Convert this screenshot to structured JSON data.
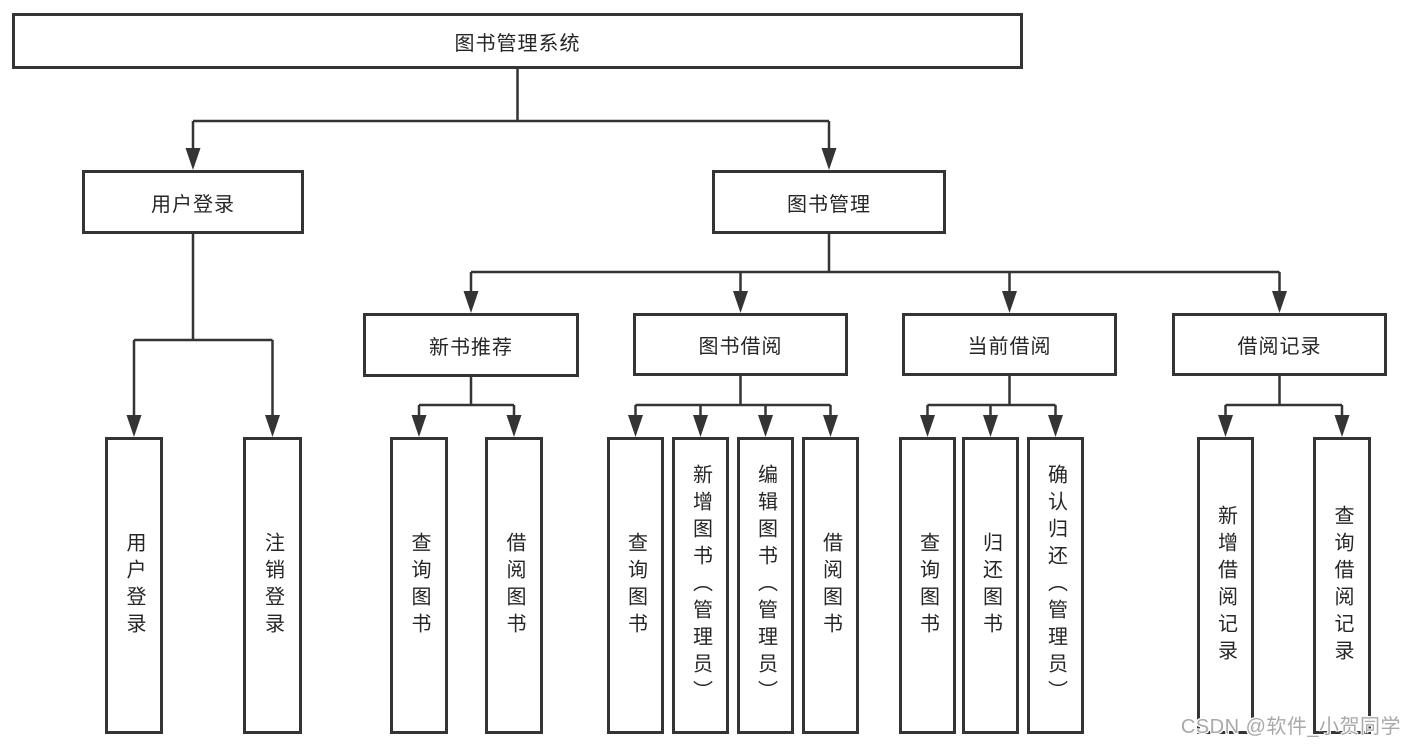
{
  "diagram_title": "图书管理系统",
  "tree": {
    "label": "图书管理系统",
    "children": [
      {
        "label": "用户登录",
        "children": [
          {
            "label": "用户登录"
          },
          {
            "label": "注销登录"
          }
        ]
      },
      {
        "label": "图书管理",
        "children": [
          {
            "label": "新书推荐",
            "children": [
              {
                "label": "查询图书"
              },
              {
                "label": "借阅图书"
              }
            ]
          },
          {
            "label": "图书借阅",
            "children": [
              {
                "label": "查询图书"
              },
              {
                "label": "新增图书（管理员）"
              },
              {
                "label": "编辑图书（管理员）"
              },
              {
                "label": "借阅图书"
              }
            ]
          },
          {
            "label": "当前借阅",
            "children": [
              {
                "label": "查询图书"
              },
              {
                "label": "归还图书"
              },
              {
                "label": "确认归还（管理员）"
              }
            ]
          },
          {
            "label": "借阅记录",
            "children": [
              {
                "label": "新增借阅记录"
              },
              {
                "label": "查询借阅记录"
              }
            ]
          }
        ]
      }
    ]
  },
  "watermark": "CSDN @软件_小贺同学",
  "colors": {
    "line": "#343434",
    "text": "#262626",
    "background": "#ffffff",
    "watermark": "#a9a9a9"
  }
}
